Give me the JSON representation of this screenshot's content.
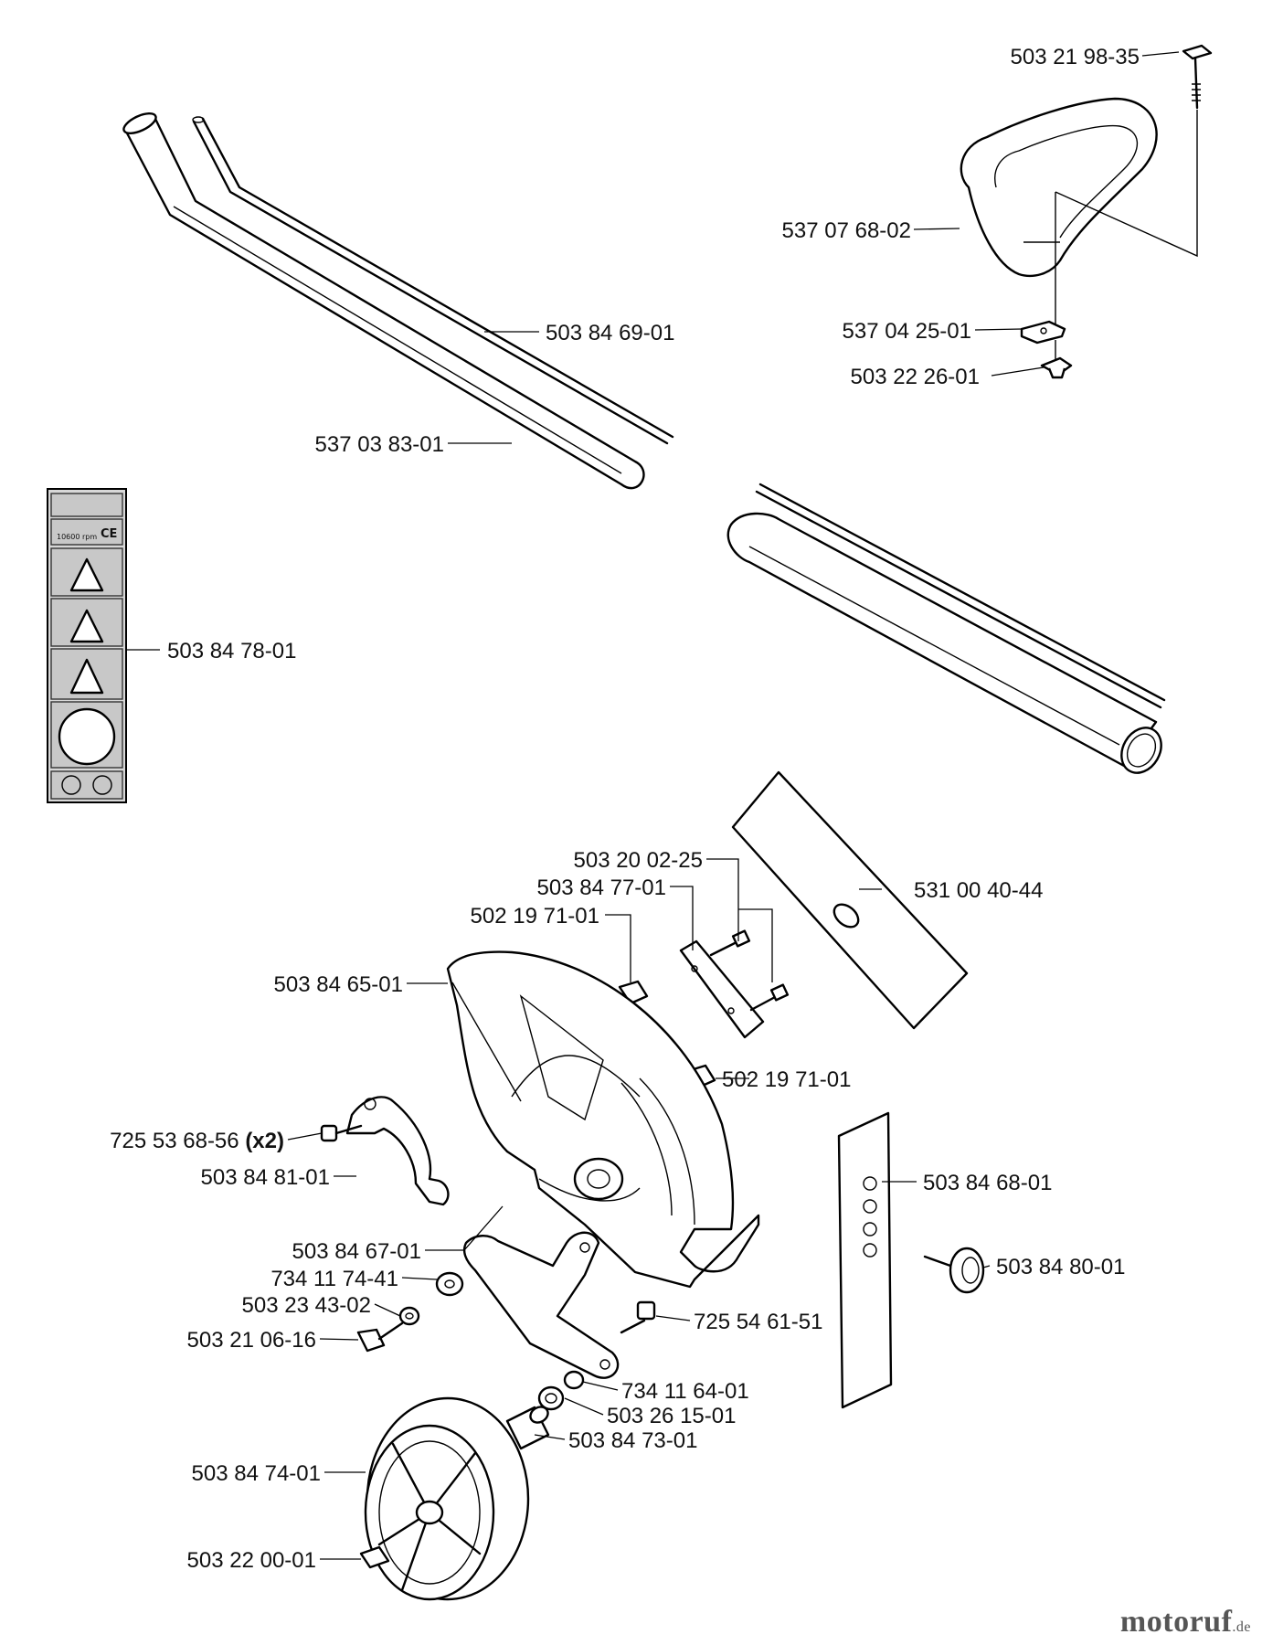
{
  "parts": [
    {
      "id": "bolt_top",
      "label": "503 21 98-35"
    },
    {
      "id": "handle",
      "label": "537 07 68-02"
    },
    {
      "id": "clamp_handle",
      "label": "537 04 25-01"
    },
    {
      "id": "wing_nut",
      "label": "503 22 26-01"
    },
    {
      "id": "drive_shaft",
      "label": "503 84 69-01"
    },
    {
      "id": "tube",
      "label": "537 03 83-01"
    },
    {
      "id": "decal",
      "label": "503 84 78-01"
    },
    {
      "id": "screw_blade",
      "label": "503 20 02-25"
    },
    {
      "id": "plate",
      "label": "503 84 77-01"
    },
    {
      "id": "nut_sq_a",
      "label": "502 19 71-01"
    },
    {
      "id": "blade",
      "label": "531 00 40-44"
    },
    {
      "id": "guard",
      "label": "503 84 65-01"
    },
    {
      "id": "nut_sq_b",
      "label": "502 19 71-01"
    },
    {
      "id": "screw_clamp",
      "label": "725 53 68-56",
      "suffix": "(x2)"
    },
    {
      "id": "clamp",
      "label": "503 84 81-01"
    },
    {
      "id": "plate_edge",
      "label": "503 84 68-01"
    },
    {
      "id": "arm",
      "label": "503 84 67-01"
    },
    {
      "id": "knob",
      "label": "503 84 80-01"
    },
    {
      "id": "washer_a",
      "label": "734 11 74-41"
    },
    {
      "id": "washer_b",
      "label": "503 23 43-02"
    },
    {
      "id": "screw_arm",
      "label": "725 54 61-51"
    },
    {
      "id": "bolt_arm",
      "label": "503 21 06-16"
    },
    {
      "id": "washer_c",
      "label": "734 11 64-01"
    },
    {
      "id": "bearing",
      "label": "503 26 15-01"
    },
    {
      "id": "spacer",
      "label": "503 84 73-01"
    },
    {
      "id": "wheel",
      "label": "503 84 74-01"
    },
    {
      "id": "nut_wheel",
      "label": "503 22 00-01"
    }
  ],
  "decal_text": {
    "rpm_text": "10600 rpm",
    "ce_mark": "CE"
  },
  "watermark": {
    "brand": "motoruf",
    "tld": ".de"
  }
}
